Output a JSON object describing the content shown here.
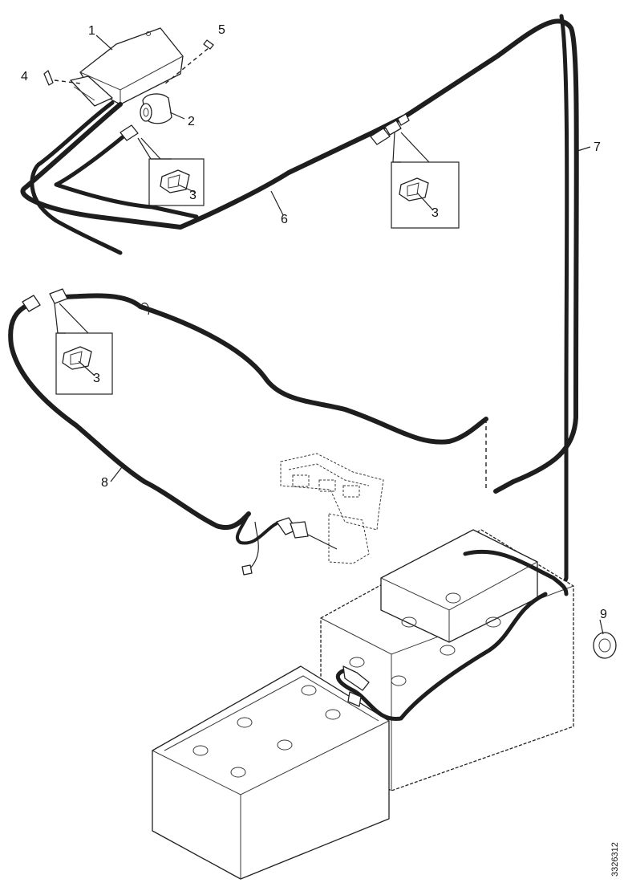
{
  "labels": {
    "c1": "1",
    "c2": "2",
    "c3a": "3",
    "c3b": "3",
    "c3c": "3",
    "c4": "4",
    "c5": "5",
    "c6": "6",
    "c7": "7",
    "c8": "8",
    "c9": "9"
  },
  "drawing_number": "3326312",
  "colors": {
    "line": "#1e1e1e",
    "background": "#ffffff"
  }
}
